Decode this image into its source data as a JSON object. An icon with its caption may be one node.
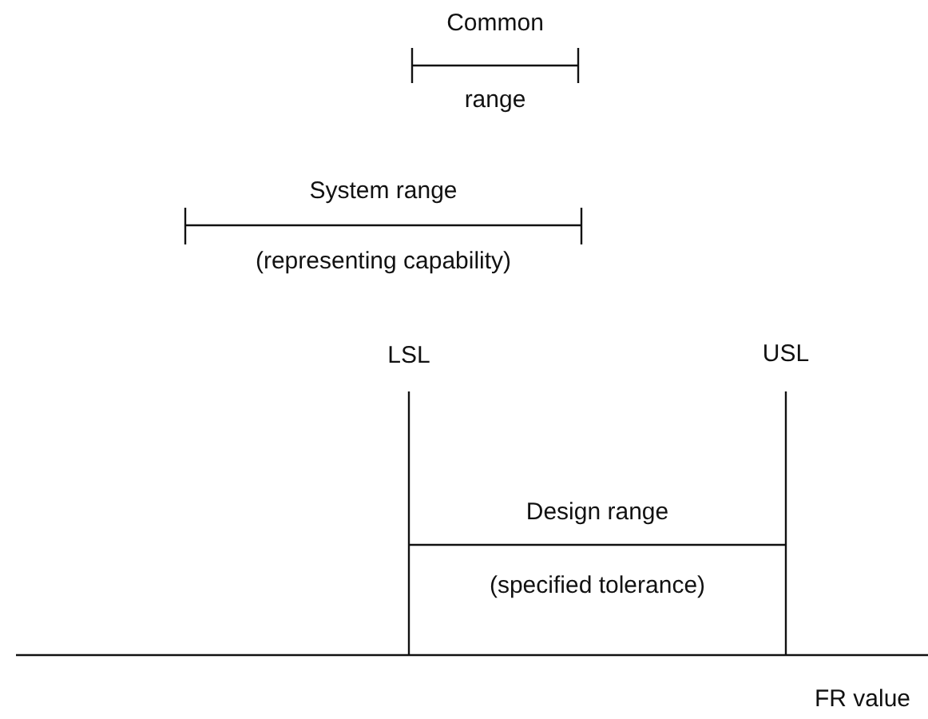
{
  "diagram": {
    "labels": [
      "Common",
      "range",
      "System range",
      "(representing capability)",
      "LSL",
      "USL",
      "Design range",
      "(specified tolerance)",
      "FR value"
    ]
  }
}
